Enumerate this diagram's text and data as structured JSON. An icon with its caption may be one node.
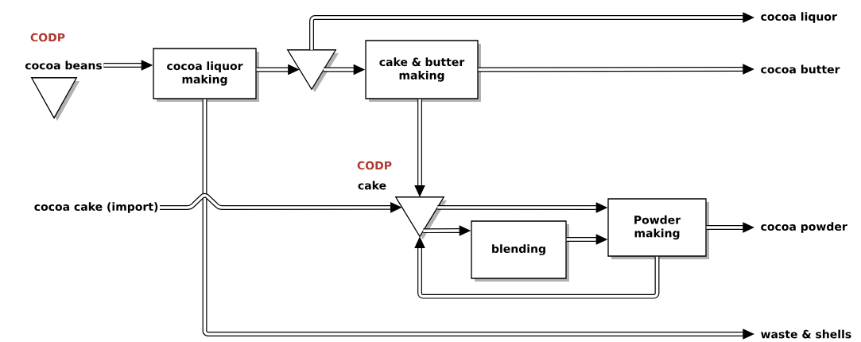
{
  "diagram": {
    "nodes": [
      {
        "text": [
          "CODP",
          "cocoa beans"
        ]
      },
      {
        "text": [
          "cocoa liquor making"
        ]
      },
      {
        "text": [],
        "shape": "triangle"
      },
      {
        "text": [
          "cake & butter making"
        ]
      },
      {
        "text": [
          "cocoa liquor"
        ]
      },
      {
        "text": [
          "cocoa butter"
        ]
      },
      {
        "text": [
          "cocoa cake (import)"
        ]
      },
      {
        "text": [
          "CODP",
          "cake"
        ]
      },
      {
        "text": [
          "blending"
        ]
      },
      {
        "text": [
          "Powder making"
        ]
      },
      {
        "text": [
          "cocoa powder"
        ]
      },
      {
        "text": [
          "waste & shells"
        ]
      }
    ],
    "edges": [
      {
        "from": 0,
        "to": 1,
        "arrow": "to"
      },
      {
        "from": 1,
        "to": 2,
        "arrow": "to"
      },
      {
        "from": 2,
        "to": 3,
        "arrow": "to"
      },
      {
        "from": 2,
        "to": 4,
        "arrow": "to"
      },
      {
        "from": 3,
        "to": 5,
        "arrow": "to"
      },
      {
        "from": 3,
        "to": 7,
        "arrow": "to"
      },
      {
        "from": 6,
        "to": 7,
        "arrow": "to"
      },
      {
        "from": 7,
        "to": 9,
        "arrow": "to"
      },
      {
        "from": 7,
        "to": 8,
        "arrow": "to"
      },
      {
        "from": 8,
        "to": 9,
        "arrow": "to"
      },
      {
        "from": 9,
        "to": 10,
        "arrow": "to"
      },
      {
        "from": 9,
        "to": 7,
        "arrow": "to"
      },
      {
        "from": 1,
        "to": 11,
        "arrow": "to"
      }
    ]
  }
}
